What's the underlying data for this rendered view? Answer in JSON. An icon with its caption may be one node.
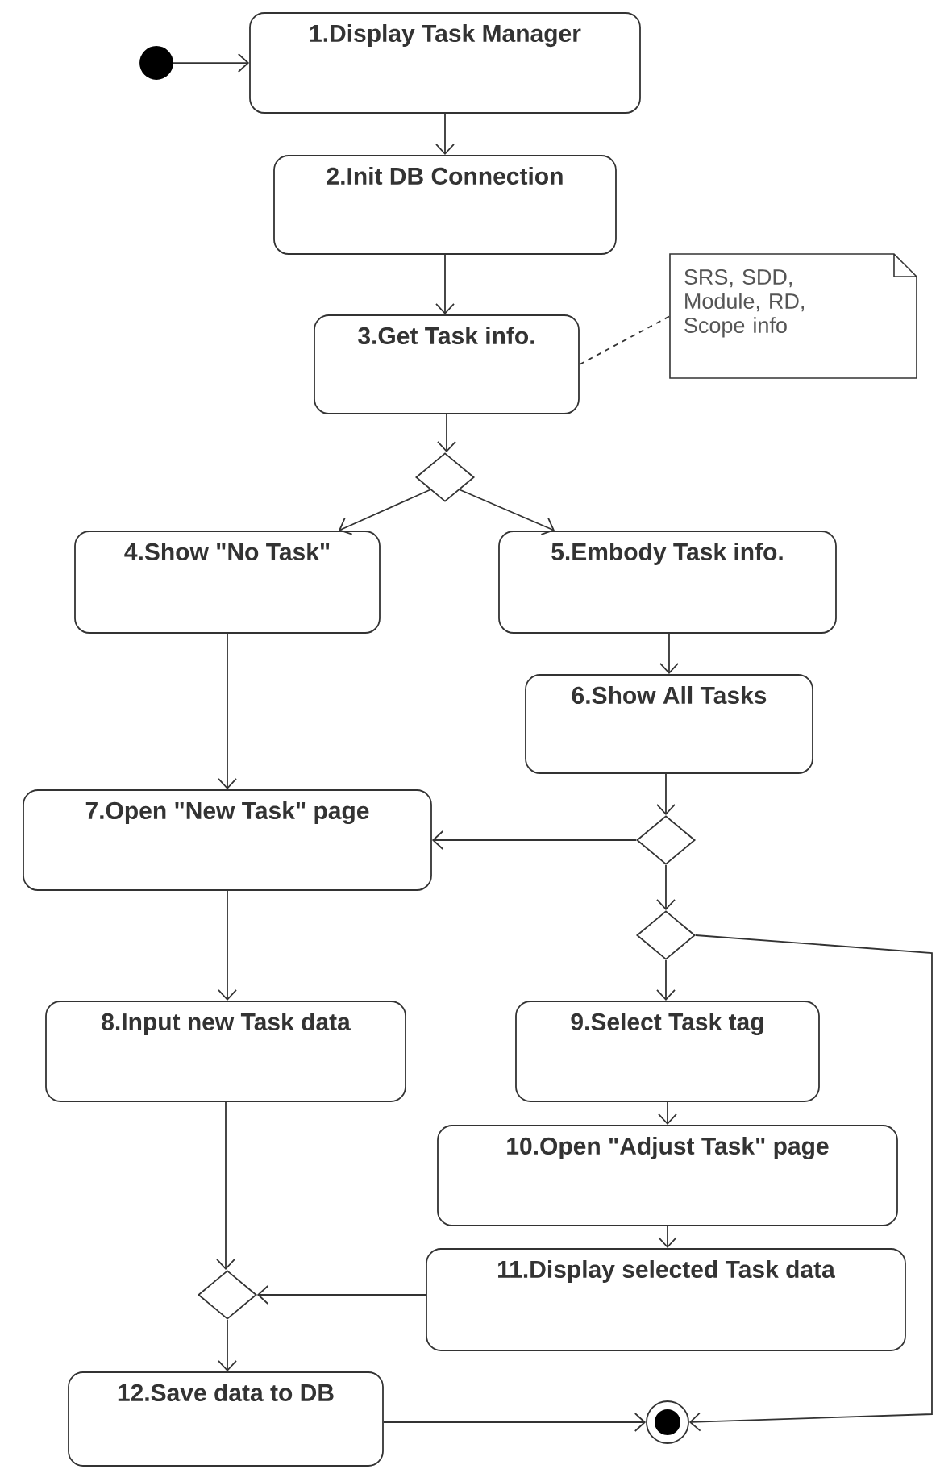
{
  "diagram": {
    "nodes": [
      {
        "text": [],
        "shape": "circle"
      },
      {
        "text": [
          "1.Display Task Manager"
        ]
      },
      {
        "text": [
          "2.Init DB Connection"
        ]
      },
      {
        "text": [
          "3.Get Task info."
        ]
      },
      {
        "text": [
          "SRS, SDD, Module, RD, Scope info"
        ]
      },
      {
        "text": [],
        "shape": "diamond"
      },
      {
        "text": [
          "4.Show \"No Task\""
        ]
      },
      {
        "text": [
          "5.Embody Task info."
        ]
      },
      {
        "text": [
          "6.Show All Tasks"
        ]
      },
      {
        "text": [],
        "shape": "diamond"
      },
      {
        "text": [
          "7.Open \"New Task\" page"
        ]
      },
      {
        "text": [],
        "shape": "diamond"
      },
      {
        "text": [
          "8.Input new Task data"
        ]
      },
      {
        "text": [
          "9.Select Task tag"
        ]
      },
      {
        "text": [
          "10.Open \"Adjust Task\" page"
        ]
      },
      {
        "text": [
          "11.Display selected Task data"
        ]
      },
      {
        "text": [],
        "shape": "diamond"
      },
      {
        "text": [
          "12.Save data to DB"
        ]
      },
      {
        "text": [],
        "shape": "bullseye"
      }
    ],
    "edges": [
      {
        "from": 0,
        "to": 1,
        "arrow": "to"
      },
      {
        "from": 1,
        "to": 2,
        "arrow": "to"
      },
      {
        "from": 2,
        "to": 3,
        "arrow": "to"
      },
      {
        "from": 3,
        "to": 4,
        "arrow": "none",
        "style": "dashed"
      },
      {
        "from": 3,
        "to": 5,
        "arrow": "to"
      },
      {
        "from": 5,
        "to": 6,
        "arrow": "to"
      },
      {
        "from": 5,
        "to": 7,
        "arrow": "to"
      },
      {
        "from": 6,
        "to": 10,
        "arrow": "to"
      },
      {
        "from": 7,
        "to": 8,
        "arrow": "to"
      },
      {
        "from": 8,
        "to": 9,
        "arrow": "to"
      },
      {
        "from": 9,
        "to": 10,
        "arrow": "to"
      },
      {
        "from": 9,
        "to": 11,
        "arrow": "to"
      },
      {
        "from": 11,
        "to": 13,
        "arrow": "to"
      },
      {
        "from": 11,
        "to": 18,
        "arrow": "to"
      },
      {
        "from": 13,
        "to": 14,
        "arrow": "to"
      },
      {
        "from": 14,
        "to": 15,
        "arrow": "to"
      },
      {
        "from": 15,
        "to": 16,
        "arrow": "to"
      },
      {
        "from": 12,
        "to": 16,
        "arrow": "to"
      },
      {
        "from": 16,
        "to": 17,
        "arrow": "to"
      },
      {
        "from": 10,
        "to": 12,
        "arrow": "to"
      },
      {
        "from": 17,
        "to": 18,
        "arrow": "to"
      }
    ]
  }
}
